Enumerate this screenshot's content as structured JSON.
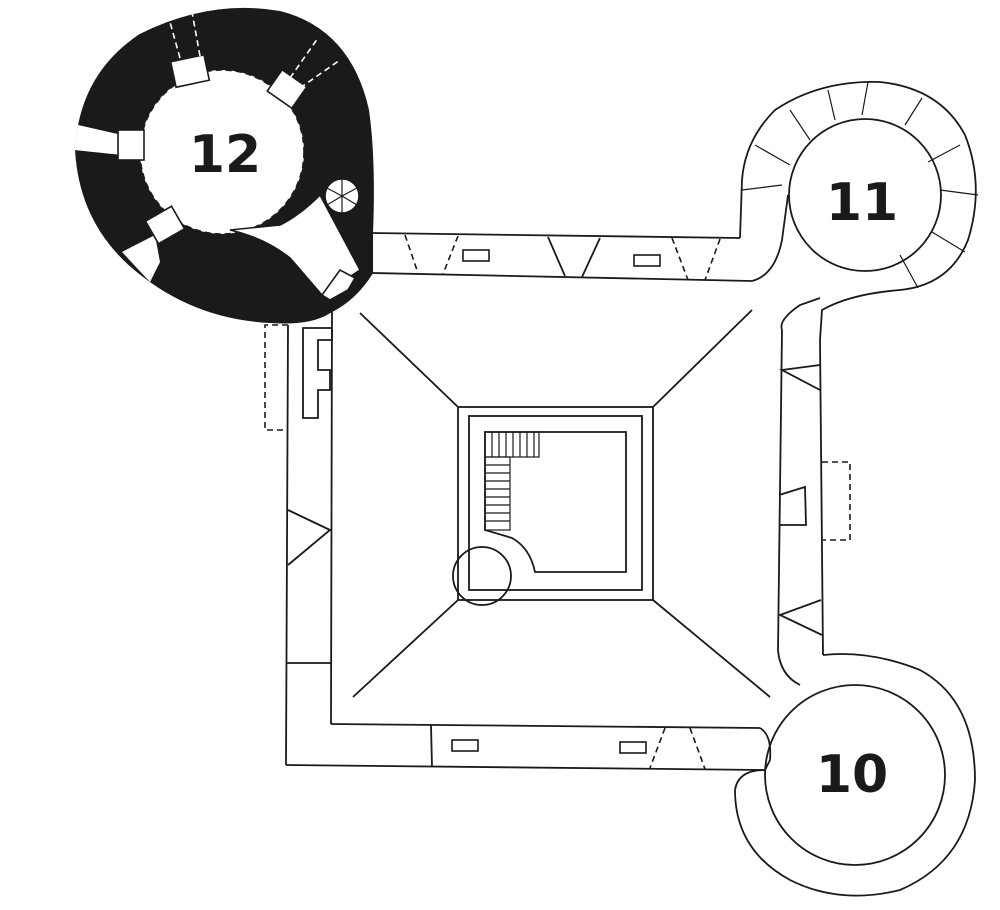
{
  "tower_labels": {
    "t10": "10",
    "t11": "11",
    "t12": "12"
  },
  "colors": {
    "ink": "#1a1a1a",
    "paper": "#ffffff",
    "highlight_tower": "#1a1a1a"
  },
  "highlighted_tower": "12"
}
